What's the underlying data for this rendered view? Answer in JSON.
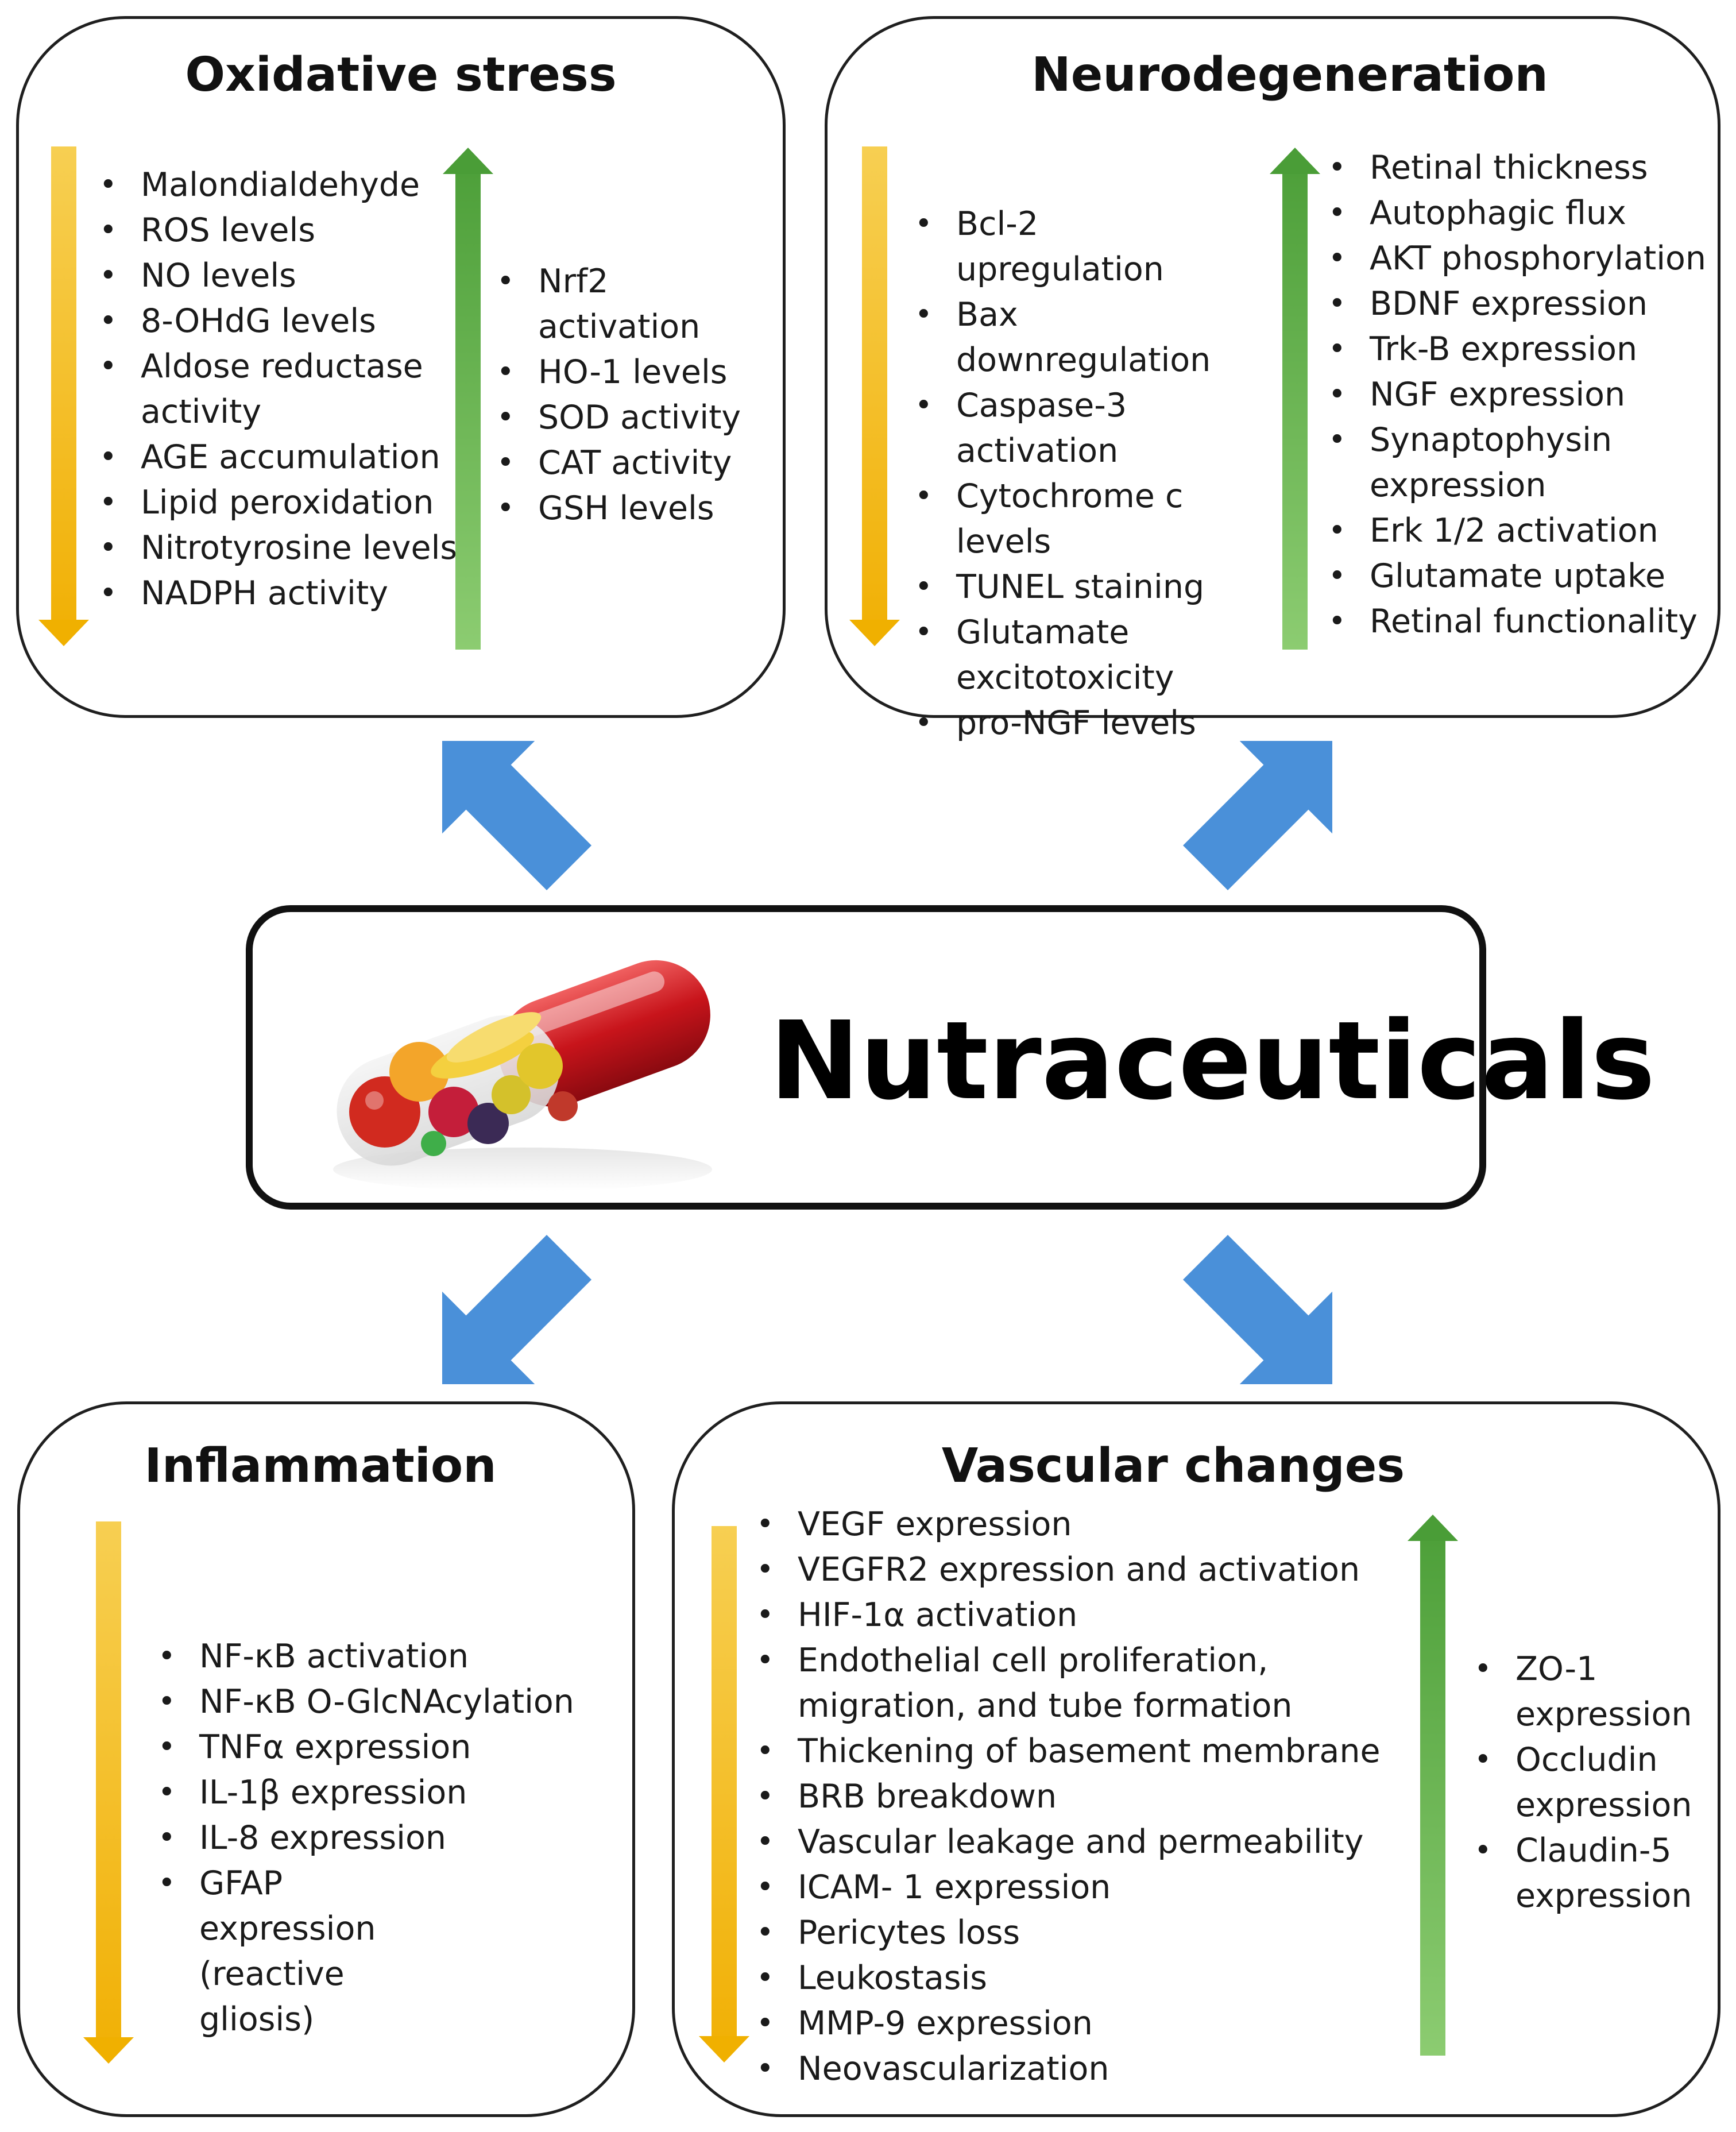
{
  "center": {
    "title": "Nutraceuticals",
    "image_icon": "capsule-with-fruits-icon"
  },
  "colors": {
    "decrease_arrow": "#F2B705",
    "increase_arrow": "#5DAE44",
    "connector_arrow": "#4A90D9",
    "border": "#1F1F1F"
  },
  "oxidative": {
    "title": "Oxidative stress",
    "decreased": [
      "Malondialdehyde",
      "ROS levels",
      "NO levels",
      "8-OHdG levels",
      "Aldose reductase activity",
      "AGE accumulation",
      "Lipid peroxidation",
      "Nitrotyrosine levels",
      "NADPH activity"
    ],
    "increased": [
      "Nrf2 activation",
      "HO-1 levels",
      "SOD activity",
      "CAT activity",
      "GSH levels"
    ]
  },
  "neuro": {
    "title": "Neurodegeneration",
    "decreased": [
      "Bcl-2 upregulation",
      "Bax downregulation",
      "Caspase-3 activation",
      "Cytochrome c levels",
      "TUNEL staining",
      "Glutamate excitotoxicity",
      "pro-NGF levels"
    ],
    "increased": [
      "Retinal thickness",
      "Autophagic flux",
      "AKT phosphorylation",
      "BDNF expression",
      "Trk-B expression",
      "NGF expression",
      "Synaptophysin expression",
      "Erk 1/2 activation",
      "Glutamate uptake",
      "Retinal functionality"
    ]
  },
  "inflammation": {
    "title": "Inflammation",
    "decreased": [
      "NF-κB activation",
      "NF-κB O-GlcNAcylation",
      "TNFα expression",
      "IL-1β expression",
      "IL-8 expression",
      "GFAP expression (reactive gliosis)"
    ]
  },
  "vascular": {
    "title": "Vascular changes",
    "decreased": [
      "VEGF expression",
      "VEGFR2 expression and activation",
      "HIF-1α activation",
      "Endothelial cell proliferation, migration, and tube formation",
      "Thickening of basement membrane",
      "BRB breakdown",
      "Vascular leakage and permeability",
      "ICAM- 1 expression",
      "Pericytes loss",
      "Leukostasis",
      "MMP-9 expression",
      "Neovascularization"
    ],
    "increased": [
      "ZO-1 expression",
      "Occludin expression",
      "Claudin-5 expression"
    ]
  }
}
